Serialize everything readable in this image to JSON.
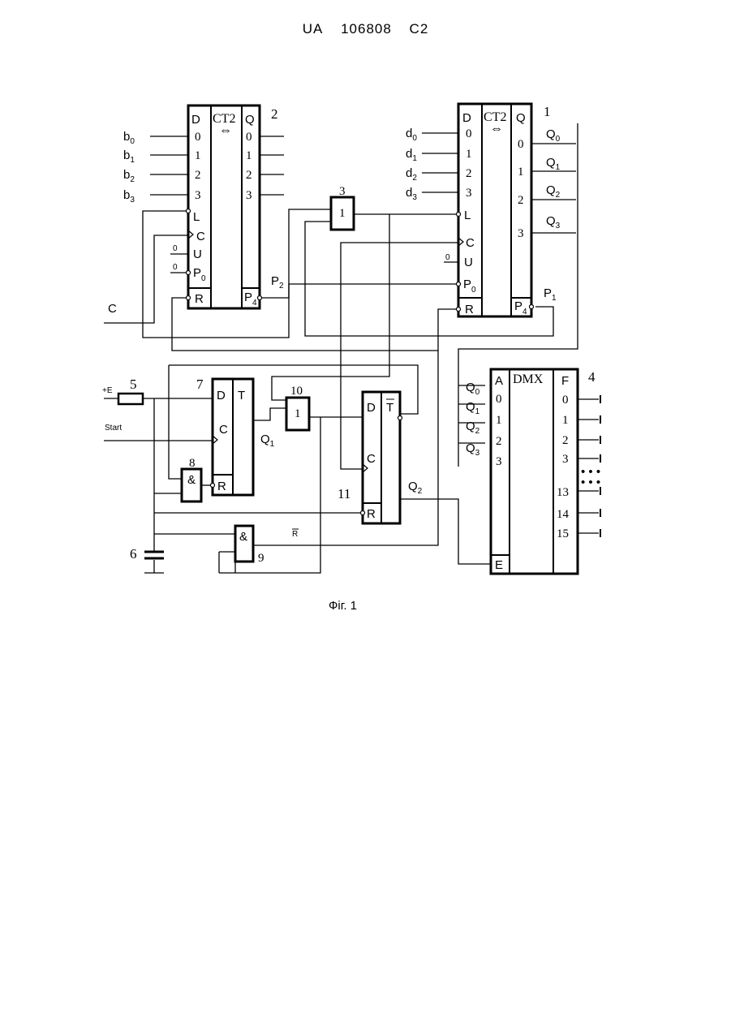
{
  "header": {
    "country": "UA",
    "number": "106808",
    "kind": "C2"
  },
  "caption": "Фіг. 1",
  "elements": {
    "counter2": {
      "ref": "2",
      "type": "CT2",
      "dir": "⇔",
      "col_d": "D",
      "col_q": "Q",
      "d_pins": [
        "0",
        "1",
        "2",
        "3"
      ],
      "q_pins": [
        "0",
        "1",
        "2",
        "3"
      ],
      "ctrl": {
        "l": "L",
        "c": "C",
        "u": "U",
        "p0": "P",
        "p0_sub": "0",
        "r": "R",
        "p4": "P",
        "p4_sub": "4"
      }
    },
    "counter1": {
      "ref": "1",
      "type": "CT2",
      "dir": "⇔",
      "col_d": "D",
      "col_q": "Q",
      "d_pins": [
        "0",
        "1",
        "2",
        "3"
      ],
      "q_pins": [
        "0",
        "1",
        "2",
        "3"
      ],
      "ctrl": {
        "l": "L",
        "c": "C",
        "u": "U",
        "p0": "P",
        "p0_sub": "0",
        "r": "R",
        "p4": "P",
        "p4_sub": "4"
      }
    },
    "gate3": {
      "ref": "3",
      "sym": "1"
    },
    "gate10": {
      "ref": "10",
      "sym": "1"
    },
    "and8": {
      "ref": "8",
      "sym": "&"
    },
    "and9": {
      "ref": "9",
      "sym": "&"
    },
    "trigger7": {
      "ref": "7",
      "d": "D",
      "t": "T",
      "c": "C",
      "r": "R"
    },
    "trigger11": {
      "ref": "11",
      "d": "D",
      "t": "T",
      "c": "C",
      "r": "R"
    },
    "dmx4": {
      "ref": "4",
      "a": "A",
      "type": "DMX",
      "f": "F",
      "e": "E",
      "inputs": [
        "0",
        "1",
        "2",
        "3"
      ],
      "outputs": [
        "0",
        "1",
        "2",
        "3",
        "13",
        "14",
        "15"
      ],
      "dots": "• • •"
    },
    "resistor5": {
      "ref": "5",
      "supply": "+E"
    },
    "capacitor6": {
      "ref": "6"
    }
  },
  "signals": {
    "b": {
      "base": "b",
      "subs": [
        "0",
        "1",
        "2",
        "3"
      ]
    },
    "d": {
      "base": "d",
      "subs": [
        "0",
        "1",
        "2",
        "3"
      ]
    },
    "q": {
      "base": "Q",
      "subs": [
        "0",
        "1",
        "2",
        "3"
      ]
    },
    "p1": {
      "base": "P",
      "sub": "1"
    },
    "p2": {
      "base": "P",
      "sub": "2"
    },
    "q1": {
      "base": "Q",
      "sub": "1"
    },
    "q2": {
      "base": "Q",
      "sub": "2"
    },
    "clock": "C",
    "start": "Start",
    "rbar": "R",
    "zero": "0"
  }
}
